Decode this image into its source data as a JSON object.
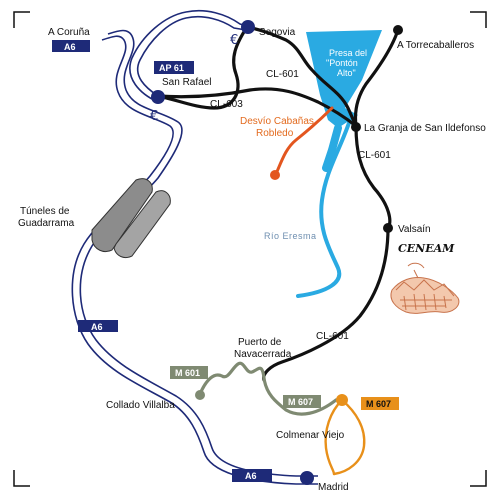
{
  "places": {
    "a_coruna": "A Coruña",
    "segovia": "Segovia",
    "torrecaballeros": "A Torrecaballeros",
    "san_rafael": "San Rafael",
    "la_granja": "La Granja de San Ildefonso",
    "valsain": "Valsaín",
    "tuneles_line1": "Túneles de",
    "tuneles_line2": "Guadarrama",
    "puerto_line1": "Puerto de",
    "puerto_line2": "Navacerrada",
    "collado": "Collado Villalba",
    "colmenar": "Colmenar Viejo",
    "madrid": "Madrid",
    "desvio_line1": "Desvío Cabañas",
    "desvio_line2": "Robledo"
  },
  "water": {
    "presa_line1": "Presa del",
    "presa_line2": "\"Pontón",
    "presa_line3": "Alto\"",
    "rio": "Río Eresma"
  },
  "roads": {
    "a6_top": "A6",
    "a6_mid": "A6",
    "a6_bottom": "A6",
    "ap61": "AP 61",
    "cl601_top": "CL-601",
    "cl603": "CL-603",
    "cl601_mid": "CL-601",
    "cl601_low": "CL-601",
    "m601": "M 601",
    "m607_left": "M 607",
    "m607_right": "M 607"
  },
  "toll_symbol": "€",
  "brand": "CENEAM",
  "colors": {
    "highway_blue": "#1e2a78",
    "river_blue": "#2aaae2",
    "road_black": "#111111",
    "road_green": "#7f8a72",
    "road_orange": "#e8901a",
    "desvio_orange": "#e3561f",
    "tunnel_gray": "#8c8c8c"
  }
}
